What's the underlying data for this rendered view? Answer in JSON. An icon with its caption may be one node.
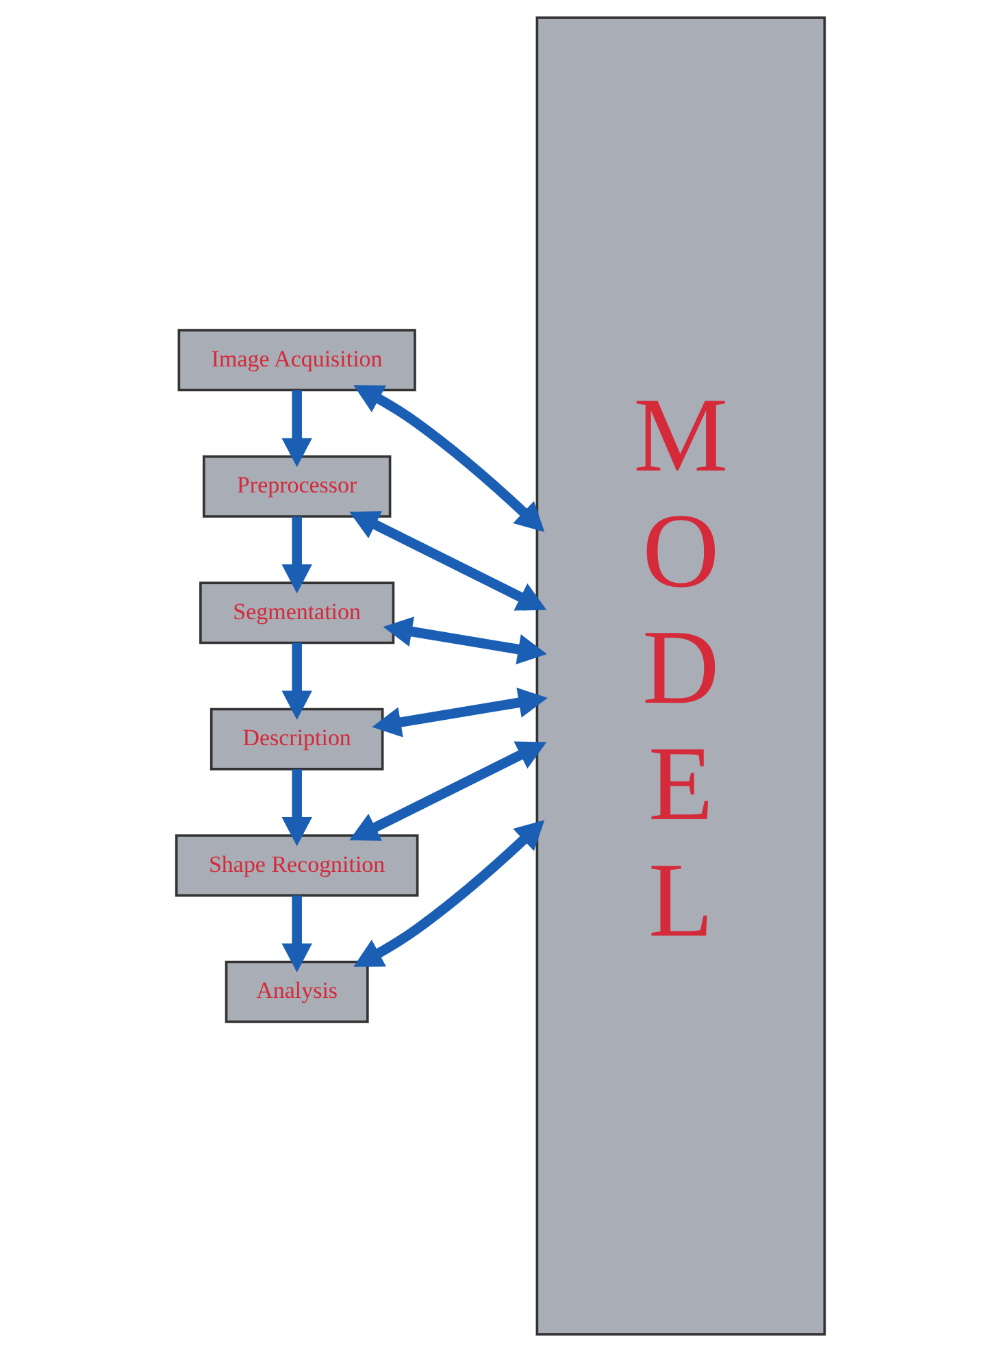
{
  "diagram": {
    "nodes": [
      {
        "text": [
          "Image Acquisition"
        ]
      },
      {
        "text": [
          "Preprocessor"
        ]
      },
      {
        "text": [
          "Segmentation"
        ]
      },
      {
        "text": [
          "Description"
        ]
      },
      {
        "text": [
          "Shape Recognition"
        ]
      },
      {
        "text": [
          "Analysis"
        ]
      },
      {
        "text": [
          "MODEL"
        ]
      }
    ],
    "edges": [
      {
        "from": 0,
        "to": 1,
        "arrow": "to"
      },
      {
        "from": 1,
        "to": 2,
        "arrow": "to"
      },
      {
        "from": 2,
        "to": 3,
        "arrow": "to"
      },
      {
        "from": 3,
        "to": 4,
        "arrow": "to"
      },
      {
        "from": 4,
        "to": 5,
        "arrow": "to"
      },
      {
        "from": 0,
        "to": 6,
        "arrow": "both"
      },
      {
        "from": 1,
        "to": 6,
        "arrow": "both"
      },
      {
        "from": 2,
        "to": 6,
        "arrow": "both"
      },
      {
        "from": 3,
        "to": 6,
        "arrow": "both"
      },
      {
        "from": 4,
        "to": 6,
        "arrow": "both"
      },
      {
        "from": 5,
        "to": 6,
        "arrow": "both"
      }
    ]
  }
}
